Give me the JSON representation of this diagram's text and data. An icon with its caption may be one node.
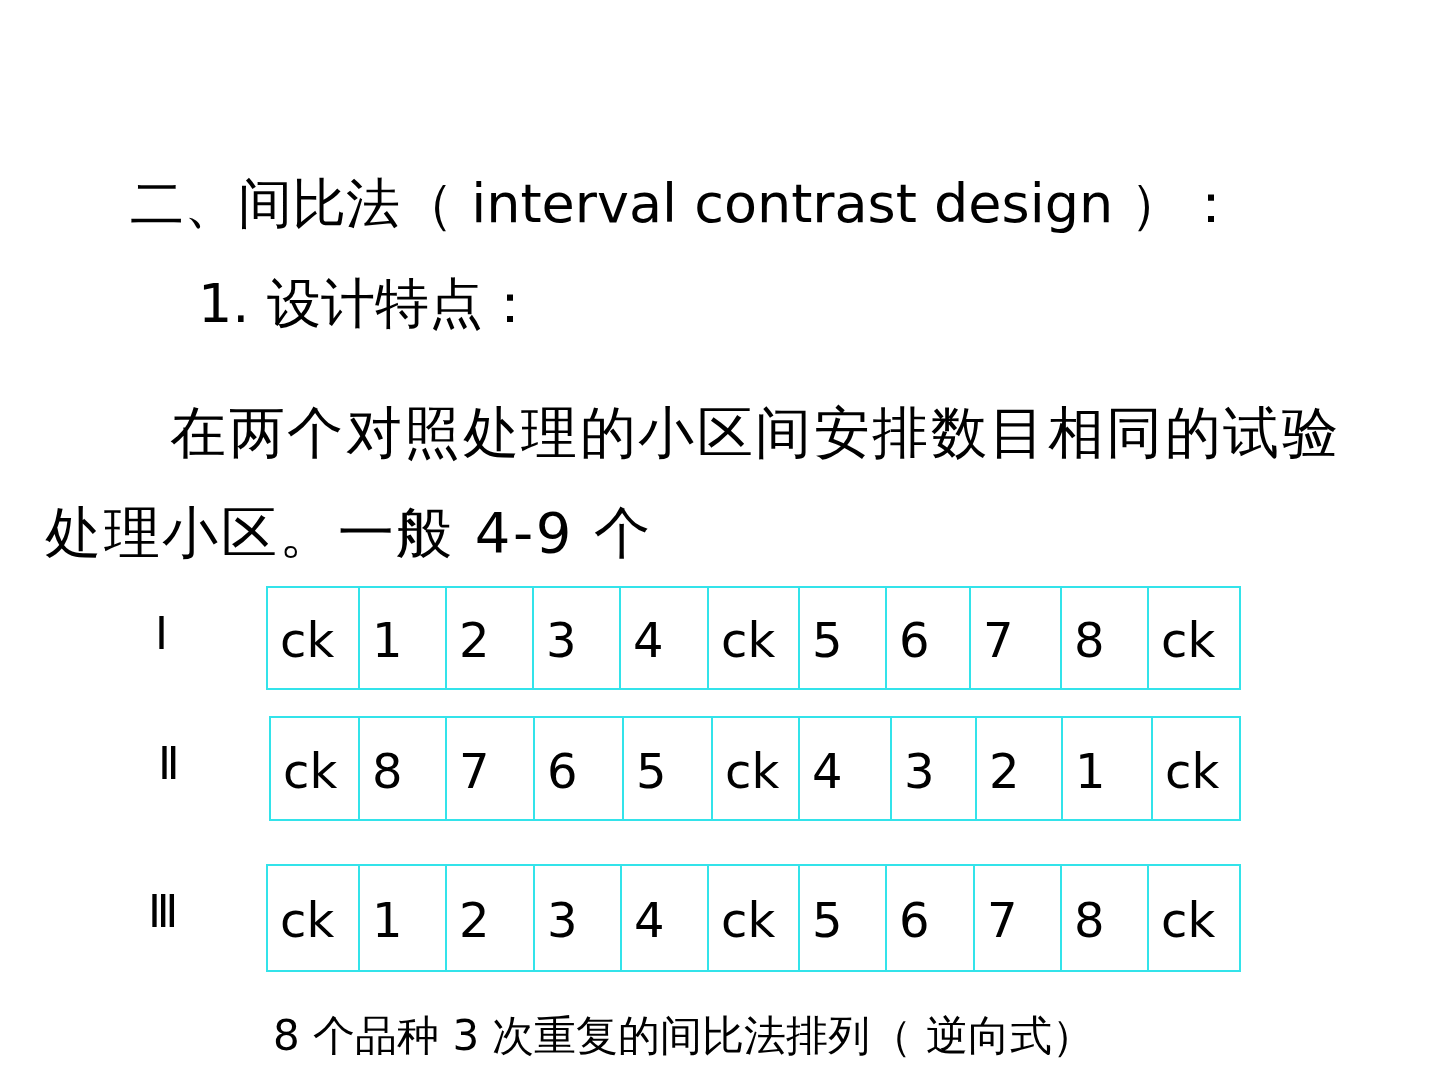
{
  "diagram": {
    "title": "二、间比法（ interval contrast design ）：",
    "caption": "8 个品种 3 次重复的间比法排列（ 逆向式）",
    "labels": [
      "1. 设计特点：",
      "在两个对照处理的小区间安排数目相同的试验处理小区。一般 4-9 个",
      "Ⅰ",
      "ck",
      "1",
      "2",
      "3",
      "4",
      "ck",
      "5",
      "6",
      "7",
      "8",
      "ck",
      "Ⅱ",
      "ck",
      "8",
      "7",
      "6",
      "5",
      "ck",
      "4",
      "3",
      "2",
      "1",
      "ck",
      "Ⅲ",
      "ck",
      "1",
      "2",
      "3",
      "4",
      "ck",
      "5",
      "6",
      "7",
      "8",
      "ck"
    ]
  }
}
